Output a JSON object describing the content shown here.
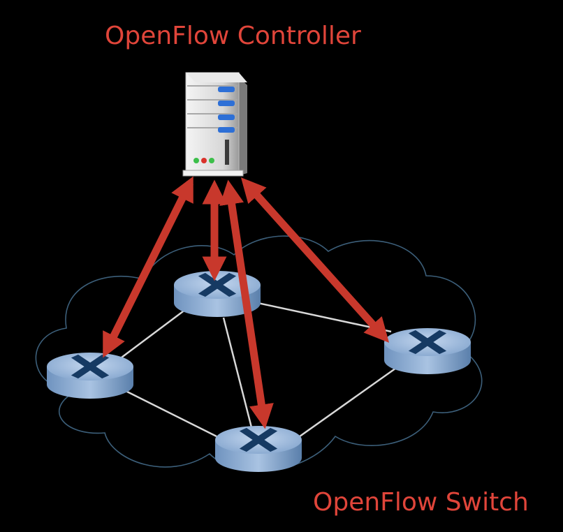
{
  "labels": {
    "controller": "OpenFlow Controller",
    "switch": "OpenFlow Switch"
  },
  "colors": {
    "background": "#000000",
    "label": "#e0453a",
    "arrow": "#c8382c",
    "cloud_outline": "#3c5f7a",
    "link": "#d8d8d8",
    "switch_top": "#8fb2d8",
    "switch_side": "#5f84b0",
    "cross": "#163a63"
  },
  "icons": {
    "controller": "server-icon",
    "switch": "router-switch-icon",
    "network": "cloud-icon"
  },
  "nodes": [
    {
      "id": "controller",
      "type": "server"
    },
    {
      "id": "switch-top",
      "type": "switch"
    },
    {
      "id": "switch-left",
      "type": "switch"
    },
    {
      "id": "switch-right",
      "type": "switch"
    },
    {
      "id": "switch-bottom",
      "type": "switch"
    }
  ],
  "links": [
    {
      "from": "switch-top",
      "to": "switch-left"
    },
    {
      "from": "switch-top",
      "to": "switch-right"
    },
    {
      "from": "switch-top",
      "to": "switch-bottom"
    },
    {
      "from": "switch-left",
      "to": "switch-bottom"
    },
    {
      "from": "switch-right",
      "to": "switch-bottom"
    }
  ],
  "control_channels": [
    {
      "from": "controller",
      "to": "switch-left"
    },
    {
      "from": "controller",
      "to": "switch-top"
    },
    {
      "from": "controller",
      "to": "switch-bottom"
    },
    {
      "from": "controller",
      "to": "switch-right"
    }
  ]
}
